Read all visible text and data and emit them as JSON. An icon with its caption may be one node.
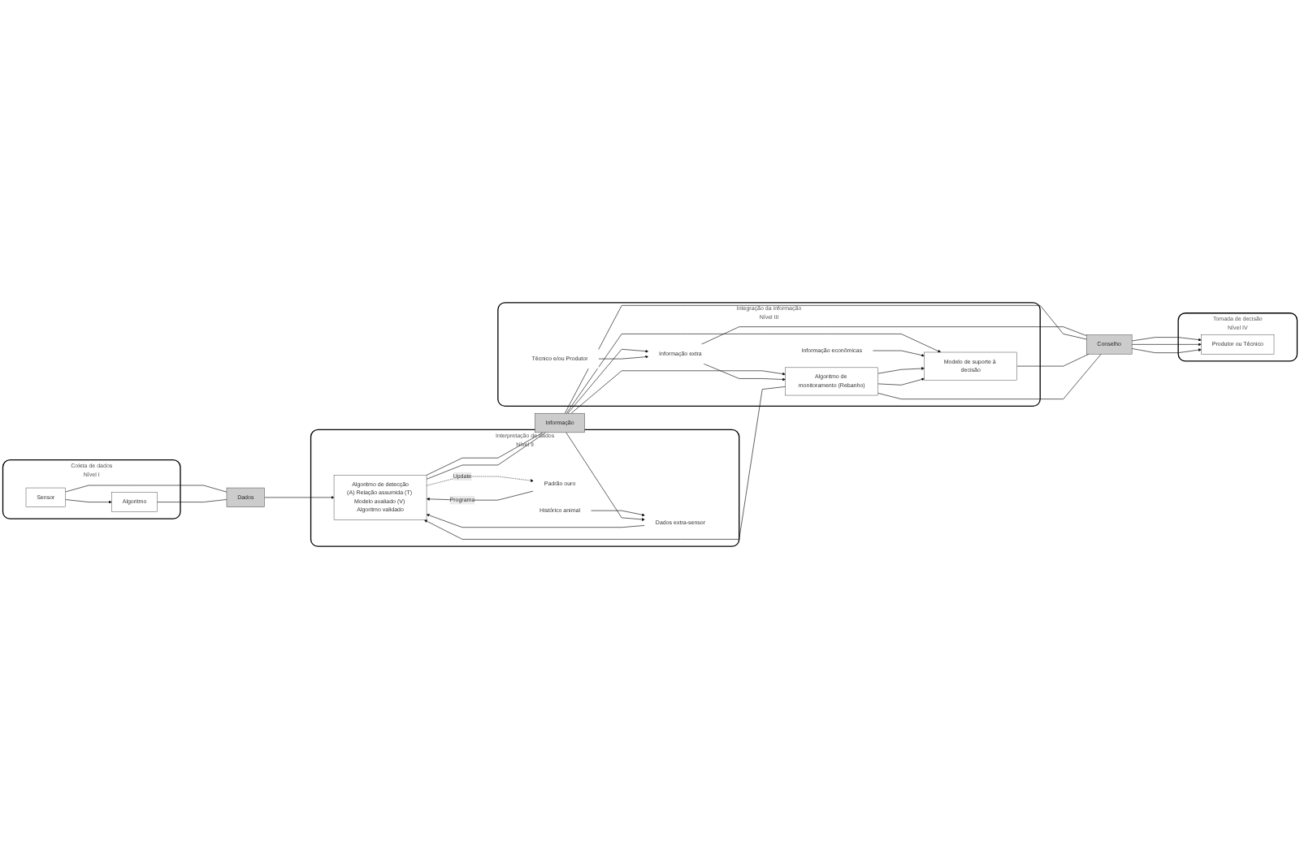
{
  "diagram": {
    "nodes": [
      {
        "text": [
          "Coleta de dados",
          "Nível I"
        ]
      },
      {
        "text": [
          "Sensor"
        ],
        "in": 0
      },
      {
        "text": [
          "Algoritmo"
        ],
        "in": 0
      },
      {
        "text": [
          "Dados"
        ]
      },
      {
        "text": [
          "Interpretação de dados",
          "Nível II"
        ]
      },
      {
        "text": [
          "Padrão ouro"
        ],
        "in": 4
      },
      {
        "text": [
          "Algoritmo de detecção",
          "(A) Relação assumida (T) Modelo avaliado (V) Algoritmo validado"
        ],
        "in": 4
      },
      {
        "text": [
          "Dados extra-sensor"
        ],
        "in": 4
      },
      {
        "text": [
          "Histórico animal"
        ],
        "in": 4
      },
      {
        "text": [
          "Informação"
        ]
      },
      {
        "text": [
          "Integração da informação",
          "Nível III"
        ]
      },
      {
        "text": [
          "Informação econômicas"
        ],
        "in": 10
      },
      {
        "text": [
          "Modelo de suporte à decisão"
        ],
        "in": 10
      },
      {
        "text": [
          "Algoritmo de monitoramento (Rebanho)"
        ],
        "in": 10
      },
      {
        "text": [
          "Informação extra"
        ],
        "in": 10
      },
      {
        "text": [
          "Técnico e/ou Produtor"
        ],
        "in": 10
      },
      {
        "text": [
          "Conselho"
        ]
      },
      {
        "text": [
          "Tomada de decisão",
          "Nível IV"
        ]
      },
      {
        "text": [
          "Produtor ou Técnico"
        ],
        "in": 17
      }
    ],
    "edges": [
      {
        "from": 1,
        "to": 2,
        "arrow": "to"
      },
      {
        "from": 1,
        "to": 3,
        "arrow": "none"
      },
      {
        "from": 2,
        "to": 3,
        "arrow": "none"
      },
      {
        "from": 3,
        "to": 6,
        "arrow": "to"
      },
      {
        "from": 5,
        "to": 6,
        "arrow": "to",
        "label": "Programa"
      },
      {
        "from": 6,
        "to": 5,
        "arrow": "to",
        "label": "Update",
        "style": "dashed"
      },
      {
        "from": 8,
        "to": 7,
        "arrow": "to"
      },
      {
        "from": 7,
        "to": 6,
        "arrow": "to"
      },
      {
        "from": 6,
        "to": 9,
        "arrow": "none"
      },
      {
        "from": 6,
        "to": 9,
        "arrow": "none"
      },
      {
        "from": 9,
        "to": 12,
        "arrow": "to"
      },
      {
        "from": 9,
        "to": 13,
        "arrow": "to"
      },
      {
        "from": 9,
        "to": 7,
        "arrow": "to"
      },
      {
        "from": 9,
        "to": 14,
        "arrow": "to"
      },
      {
        "from": 13,
        "to": 6,
        "arrow": "to"
      },
      {
        "from": 11,
        "to": 12,
        "arrow": "to"
      },
      {
        "from": 13,
        "to": 12,
        "arrow": "to"
      },
      {
        "from": 13,
        "to": 12,
        "arrow": "to"
      },
      {
        "from": 15,
        "to": 14,
        "arrow": "to"
      },
      {
        "from": 14,
        "to": 13,
        "arrow": "to"
      },
      {
        "from": 14,
        "to": 16,
        "arrow": "none"
      },
      {
        "from": 9,
        "to": 16,
        "arrow": "none"
      },
      {
        "from": 12,
        "to": 16,
        "arrow": "none"
      },
      {
        "from": 13,
        "to": 16,
        "arrow": "none"
      },
      {
        "from": 16,
        "to": 18,
        "arrow": "to"
      },
      {
        "from": 16,
        "to": 18,
        "arrow": "to"
      },
      {
        "from": 16,
        "to": 18,
        "arrow": "to"
      }
    ]
  }
}
